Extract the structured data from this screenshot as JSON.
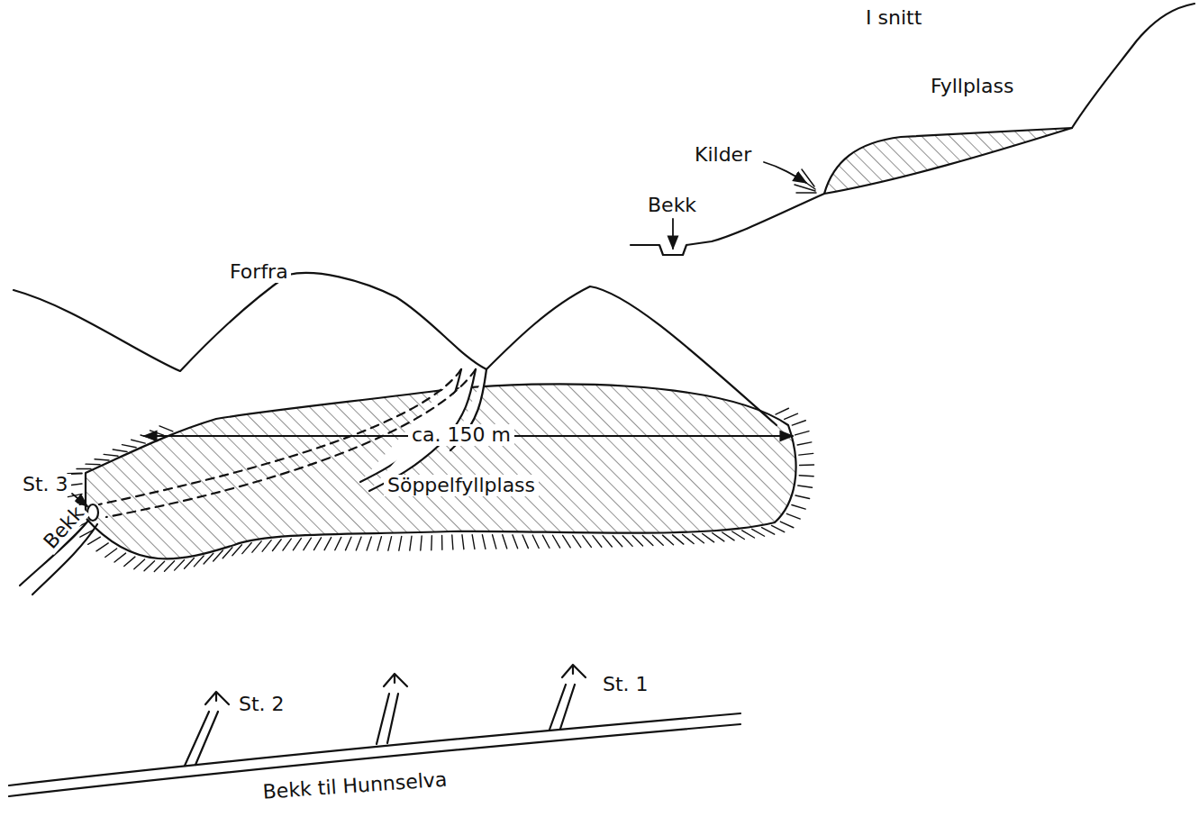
{
  "diagram": {
    "nodes": [
      {
        "text": [
          "ca. 150 m",
          "Söppelfyllplass"
        ]
      }
    ],
    "labels": [
      "I snitt",
      "Fyllplass",
      "Kilder",
      "Bekk",
      "Forfra",
      "St. 3",
      "Bekk",
      "St. 2",
      "St. 1",
      "Bekk til Hunnselva"
    ]
  }
}
